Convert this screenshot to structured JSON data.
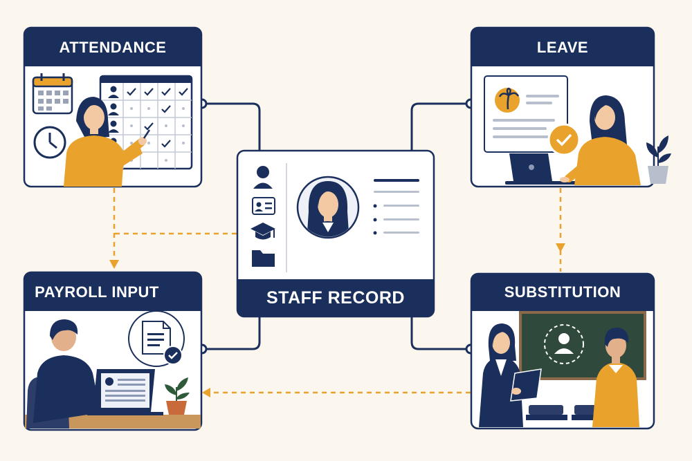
{
  "cards": {
    "attendance": {
      "title": "ATTENDANCE"
    },
    "leave": {
      "title": "LEAVE"
    },
    "payroll": {
      "title": "PAYROLL INPUT"
    },
    "substitution": {
      "title": "SUBSTITUTION"
    }
  },
  "center": {
    "title": "STAFF RECORD"
  },
  "colors": {
    "navy": "#1b2f5c",
    "accent": "#e9a22c",
    "background": "#fbf6ee",
    "card": "#ffffff",
    "board": "#2f4a3c"
  },
  "icons": [
    "calendar-icon",
    "clock-icon",
    "check-icon",
    "palm-tree-icon",
    "plant-icon",
    "user-icon",
    "id-card-icon",
    "graduation-cap-icon",
    "folder-icon",
    "document-icon",
    "laptop-icon"
  ]
}
